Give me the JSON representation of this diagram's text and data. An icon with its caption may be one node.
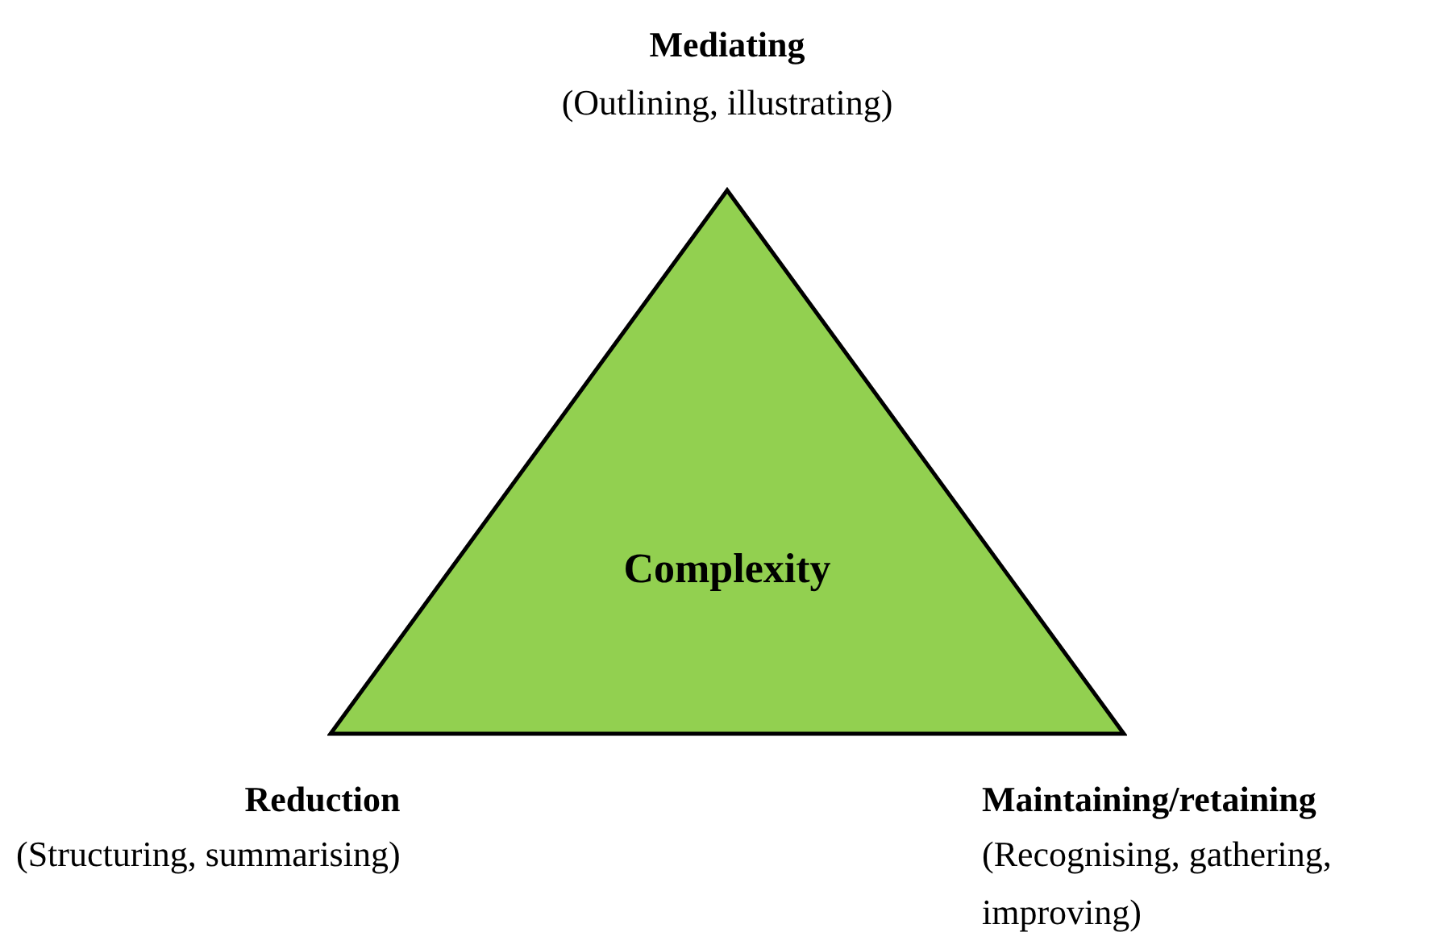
{
  "diagram": {
    "nodes": [
      {
        "text": [
          "Complexity"
        ]
      }
    ],
    "labels": [
      "Mediating",
      "(Outlining, illustrating)",
      "Reduction",
      "(Structuring, summarising)",
      "Maintaining/retaining",
      "(Recognising, gathering, improving)"
    ]
  }
}
